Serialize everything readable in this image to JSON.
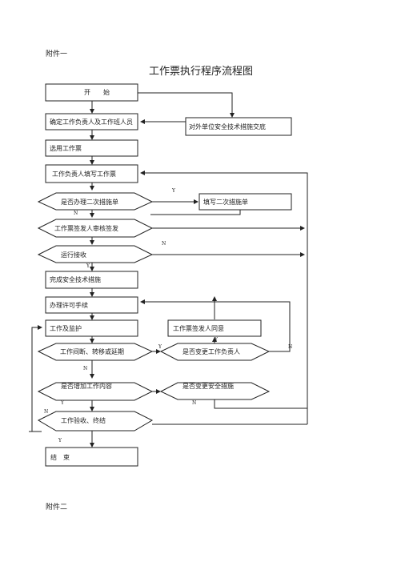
{
  "header": {
    "attachment_label": "附件一",
    "title": "工作票执行程序流程图"
  },
  "footer": {
    "attachment_label": "附件二"
  },
  "nodes": {
    "start": "开　　始",
    "confirm": "确定工作负责人及工作班人员",
    "external": "对外单位安全技术措施交底",
    "select": "选用工作票",
    "fill": "工作负责人填写工作票",
    "need_second": "是否办理二次措施单",
    "write_second": "填写二次措施单",
    "review": "工作票签发人审核签发",
    "accept": "运行接收",
    "complete": "完成安全技术措施",
    "permit": "办理许可手续",
    "work": "工作及监护",
    "issuer_agree": "工作票签发人同意",
    "interrupt": "工作间断、转移或延期",
    "change_leader": "是否变更工作负责人",
    "add_content": "是否增加工作内容",
    "change_measures": "是否变更安全措施",
    "finish_check": "工作验收、终结",
    "end": "结　束"
  },
  "edge_labels": {
    "second_yes": "Y",
    "second_no": "N",
    "accept_no": "N",
    "accept_yes": "Y",
    "agree_yes": "Y",
    "interrupt_yes": "Y",
    "interrupt_no": "N",
    "leader_right": "N",
    "add_yes": "Y",
    "measures_no": "N",
    "finish_no": "N",
    "finish_yes": "Y"
  }
}
